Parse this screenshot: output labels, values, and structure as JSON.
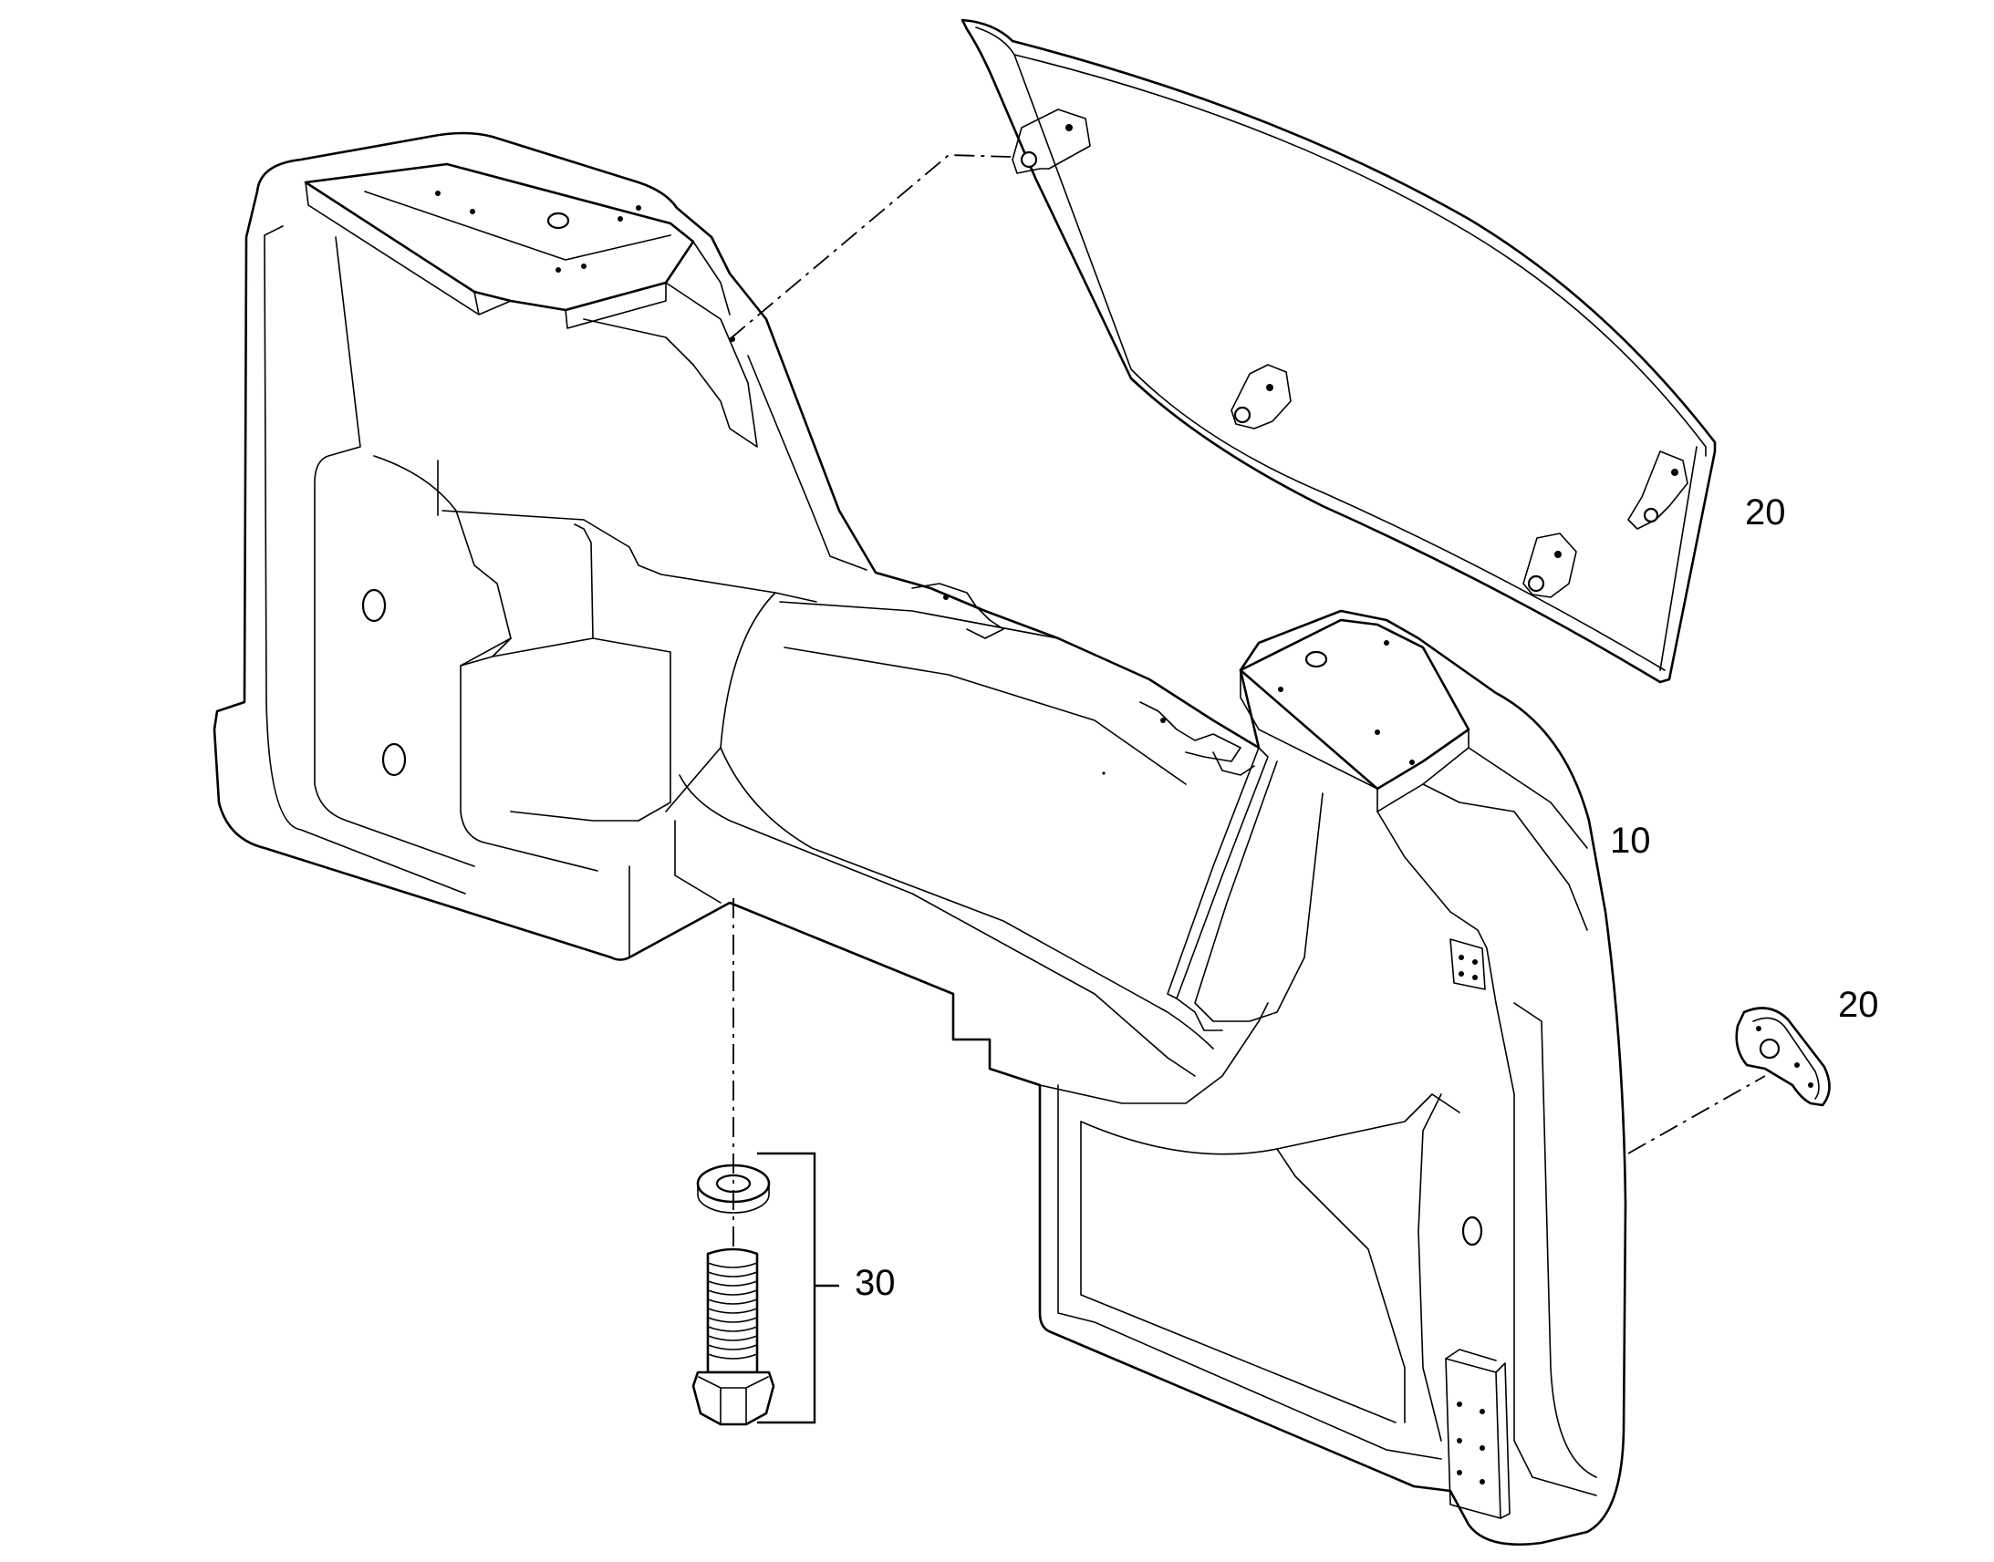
{
  "diagram": {
    "callouts": {
      "part_10": "10",
      "part_20_shield": "20",
      "part_20_plate": "20",
      "part_30": "30"
    },
    "colors": {
      "line": "#000000",
      "background": "#ffffff"
    }
  }
}
